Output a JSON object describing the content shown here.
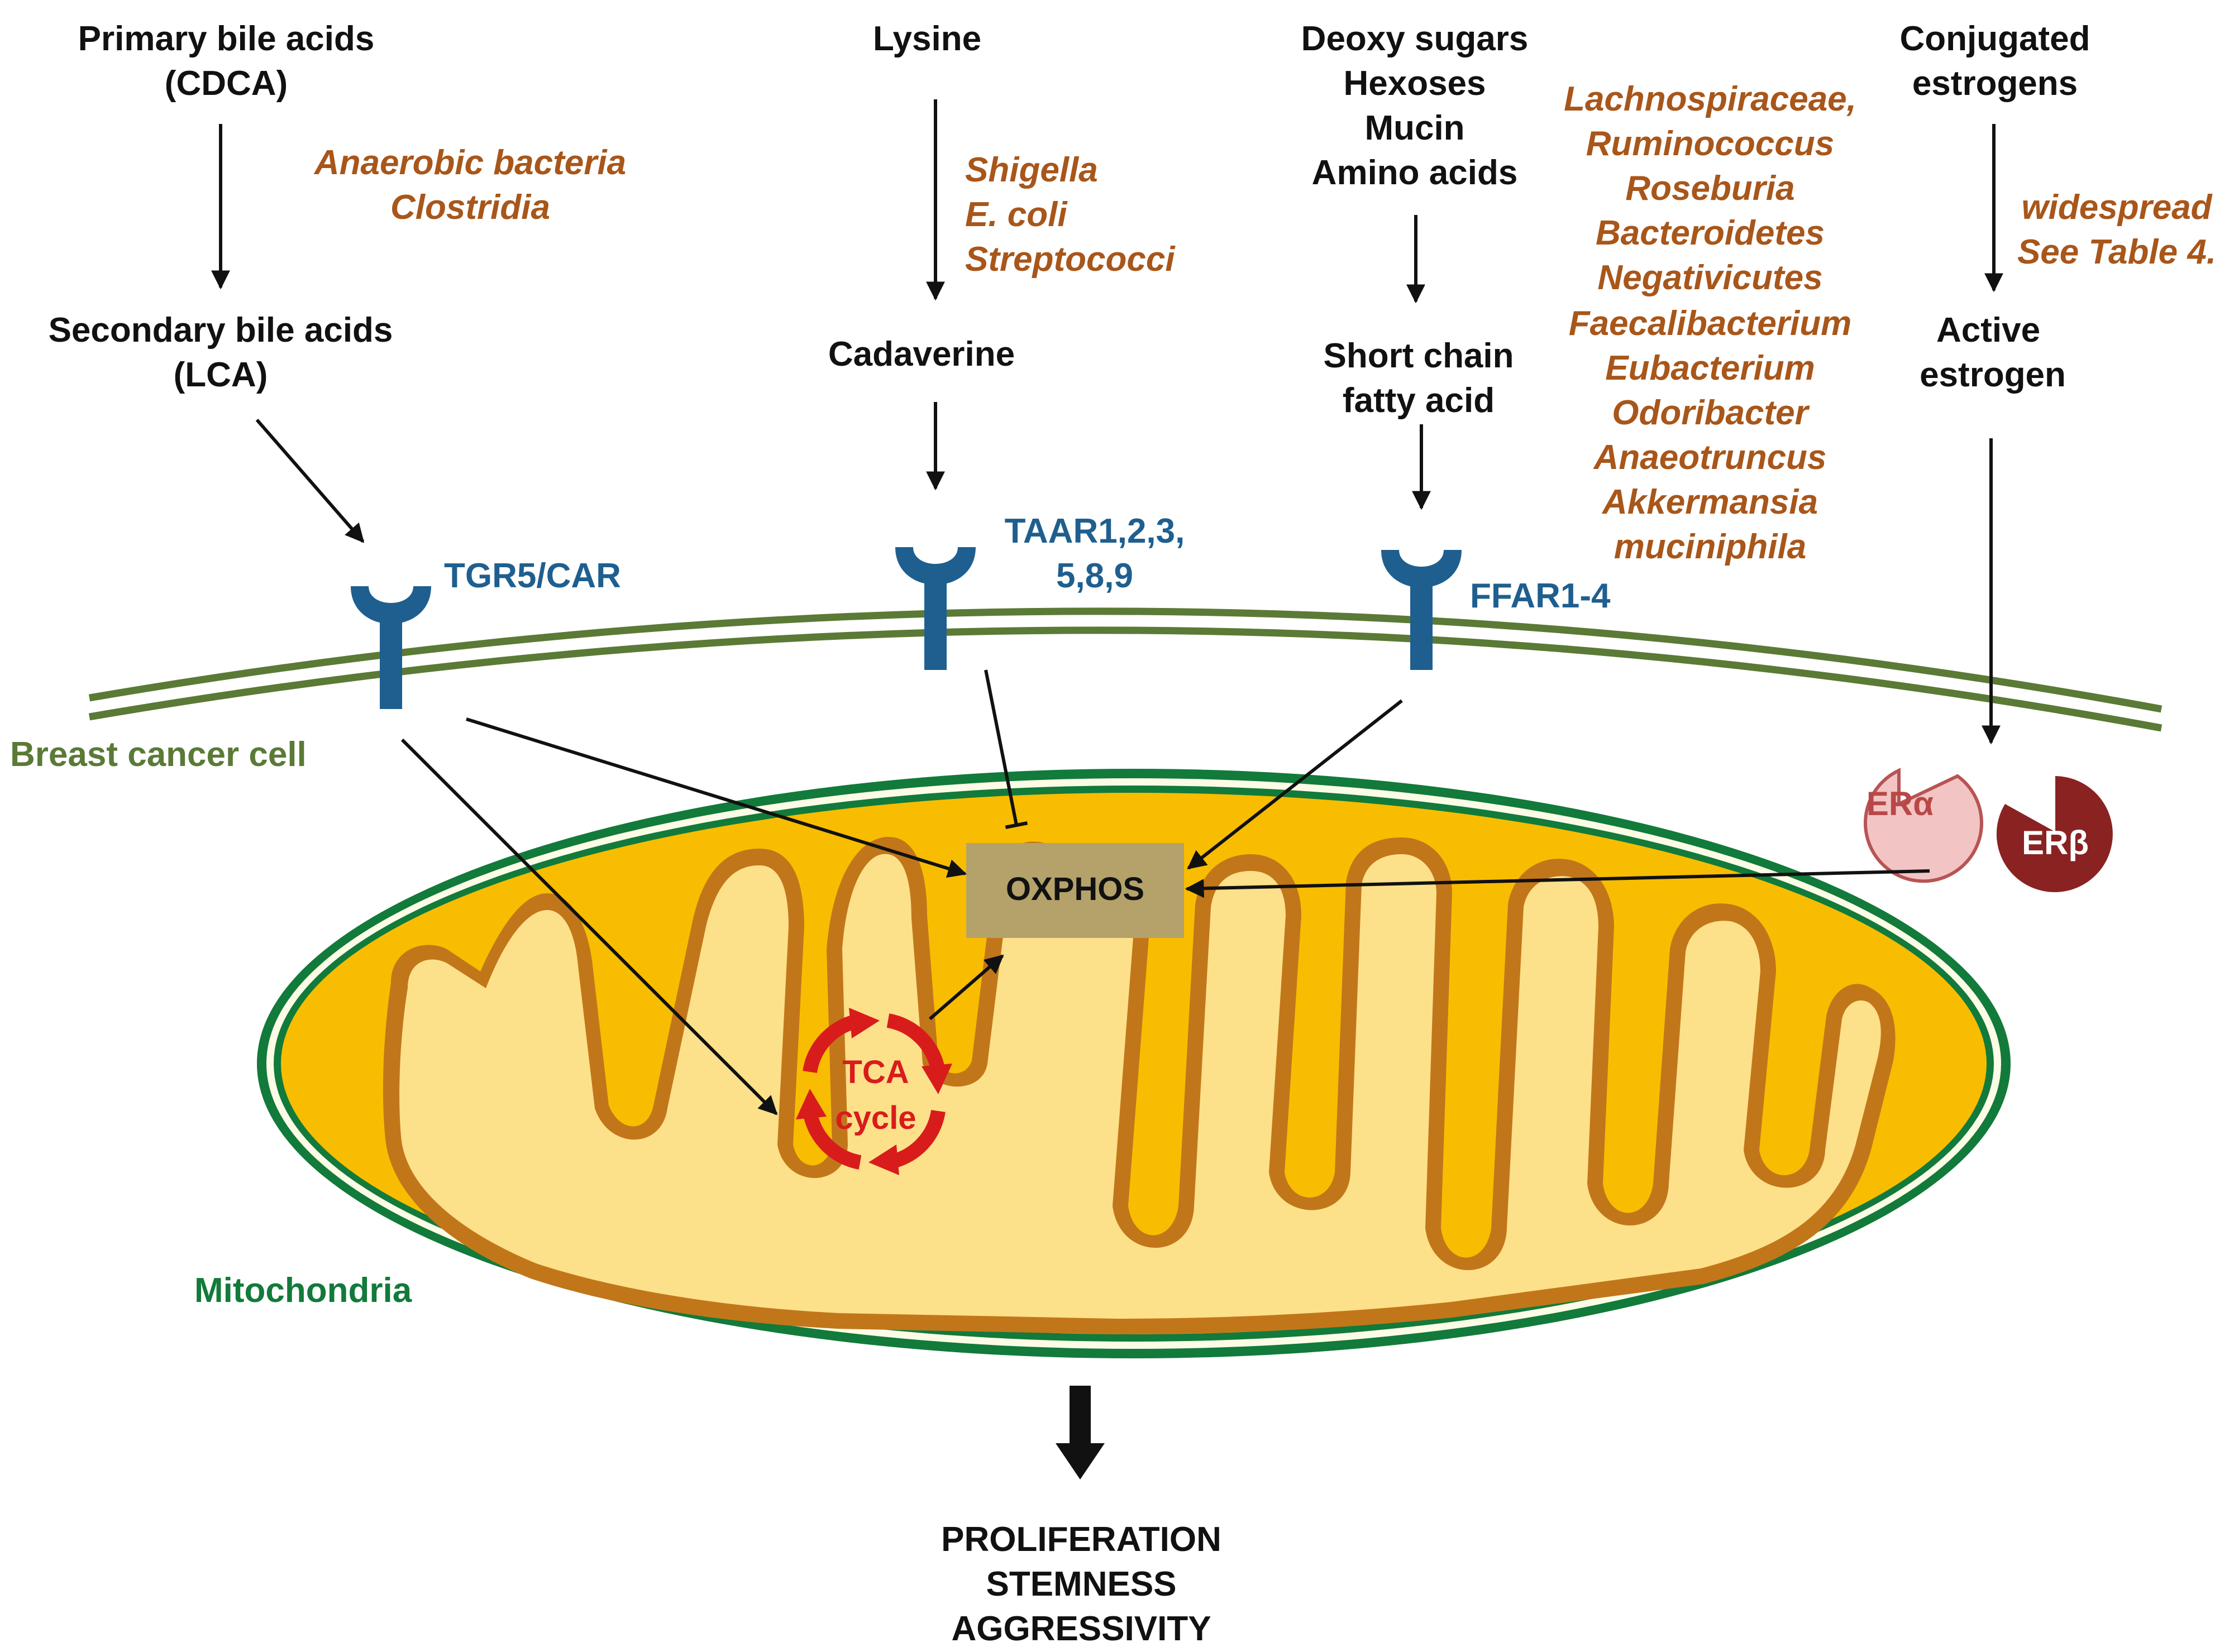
{
  "pathways": {
    "bile": {
      "source": [
        "Primary bile acids",
        "(CDCA)"
      ],
      "bacteria": [
        "Anaerobic bacteria",
        "Clostridia"
      ],
      "product": [
        "Secondary bile acids",
        "(LCA)"
      ],
      "receptor": "TGR5/CAR"
    },
    "lysine": {
      "source": [
        "Lysine"
      ],
      "bacteria": [
        "Shigella",
        "E. coli",
        "Streptococci"
      ],
      "product": [
        "Cadaverine"
      ],
      "receptor": [
        "TAAR1,2,3,",
        "5,8,9"
      ]
    },
    "scfa": {
      "source": [
        "Deoxy sugars",
        "Hexoses",
        "Mucin",
        "Amino acids"
      ],
      "bacteria": [
        "Lachnospiraceae,",
        "Ruminococcus",
        "Roseburia",
        "Bacteroidetes",
        "Negativicutes",
        "Faecalibacterium",
        "Eubacterium",
        "Odoribacter",
        "Anaeotruncus",
        "Akkermansia",
        "muciniphila"
      ],
      "product": [
        "Short chain",
        "fatty acid"
      ],
      "receptor": "FFAR1-4"
    },
    "estrogen": {
      "source": [
        "Conjugated",
        "estrogens"
      ],
      "bacteria": [
        "widespread",
        "See Table 4."
      ],
      "product": [
        "Active",
        "estrogen"
      ],
      "receptors": [
        "ERα",
        "ERβ"
      ]
    }
  },
  "labels": {
    "cell": "Breast cancer cell",
    "organelle": "Mitochondria",
    "oxphos": "OXPHOS",
    "tca": [
      "TCA",
      "cycle"
    ]
  },
  "outcomes": [
    "PROLIFERATION",
    "STEMNESS",
    "AGGRESSIVITY"
  ],
  "colors": {
    "text": "#111111",
    "bacteria": "#a8561a",
    "receptor": "#1f5f8f",
    "membrane": "#5a7a36",
    "mitochondria_outer": "#127a3a",
    "mitochondria_fill": "#f8bd00",
    "matrix": "#fde08a",
    "oxphos_box": "#b4a26a",
    "tca": "#d81c1c",
    "er_alpha": "#f3c4c4",
    "er_beta": "#8a2222"
  }
}
